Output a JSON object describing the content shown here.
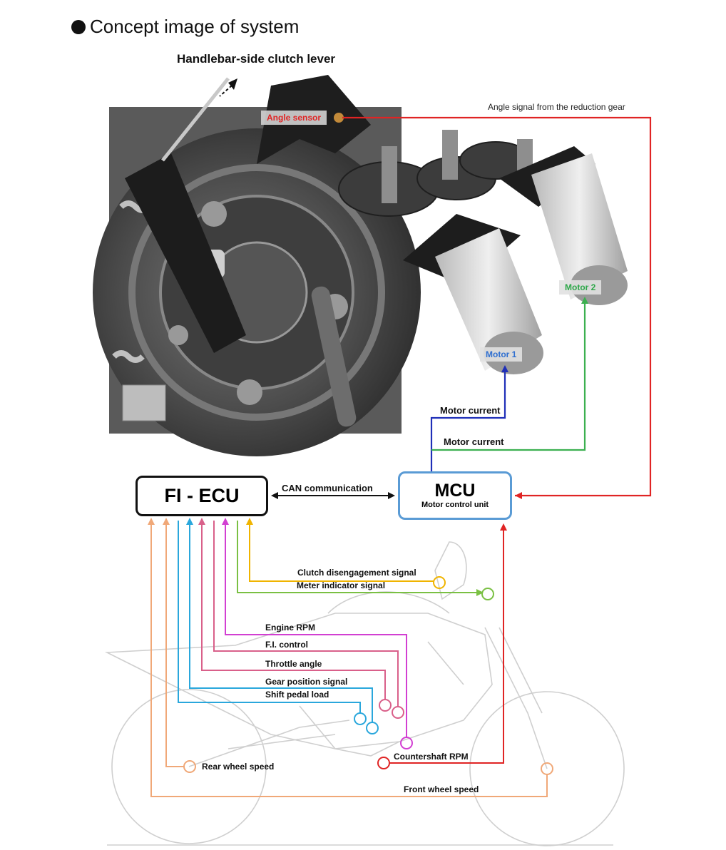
{
  "heading": "Concept image of system",
  "image_labels": {
    "handlebar": "Handlebar-side clutch lever",
    "angle_sensor": "Angle sensor",
    "angle_signal": "Angle signal from the reduction gear",
    "motor1": "Motor 1",
    "motor2": "Motor 2",
    "motor_current_1": "Motor current",
    "motor_current_2": "Motor current"
  },
  "ecu": {
    "title": "FI - ECU"
  },
  "can": "CAN communication",
  "mcu": {
    "title": "MCU",
    "subtitle": "Motor control unit"
  },
  "signals": {
    "clutch": "Clutch disengagement signal",
    "meter": "Meter indicator signal",
    "engine_rpm": "Engine RPM",
    "fi_control": "F.I. control",
    "throttle": "Throttle angle",
    "gear": "Gear position signal",
    "shift": "Shift pedal load",
    "countershaft": "Countershaft RPM",
    "rear_wheel": "Rear wheel speed",
    "front_wheel": "Front wheel speed"
  },
  "colors": {
    "red": "#e02424",
    "blue": "#1f2fb8",
    "green": "#3cb050",
    "orange": "#f0a878",
    "yellow": "#f0b400",
    "lime": "#7ac043",
    "magenta": "#d23fd2",
    "pink": "#d9608a",
    "cyan": "#2aa7dc",
    "motor1_text": "#2f6fd0",
    "motor2_text": "#2ea84a"
  }
}
